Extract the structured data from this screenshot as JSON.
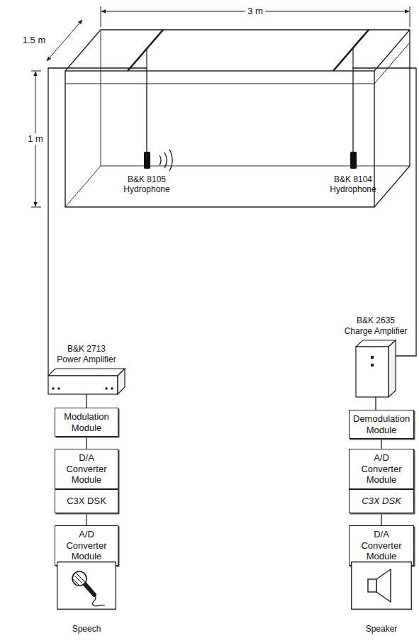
{
  "diagram": {
    "nodes": [
      {
        "text": [
          "B&K 8105 Hydrophone"
        ]
      },
      {
        "text": [
          "B&K 8104 Hydrophone"
        ]
      },
      {
        "text": [
          "B&K 2713 Power Amplifier"
        ]
      },
      {
        "text": [
          "Modulation Module"
        ]
      },
      {
        "text": [
          "D/A Converter Module"
        ]
      },
      {
        "text": [
          "C3X DSK"
        ]
      },
      {
        "text": [
          "A/D Converter Module"
        ]
      },
      {
        "text": [
          "Speech"
        ]
      },
      {
        "text": [
          "B&K 2635 Charge Amplifier"
        ]
      },
      {
        "text": [
          "Demodulation Module"
        ]
      },
      {
        "text": [
          "A/D Converter Module"
        ]
      },
      {
        "text": [
          "C3X DSK"
        ]
      },
      {
        "text": [
          "D/A Converter Module"
        ]
      },
      {
        "text": [
          "Speaker"
        ]
      }
    ],
    "edges": [
      {
        "from": 7,
        "to": 6,
        "arrow": "none"
      },
      {
        "from": 6,
        "to": 5,
        "arrow": "none"
      },
      {
        "from": 5,
        "to": 4,
        "arrow": "none"
      },
      {
        "from": 4,
        "to": 3,
        "arrow": "none"
      },
      {
        "from": 3,
        "to": 2,
        "arrow": "none"
      },
      {
        "from": 2,
        "to": 0,
        "arrow": "none"
      },
      {
        "from": 1,
        "to": 8,
        "arrow": "none"
      },
      {
        "from": 8,
        "to": 9,
        "arrow": "none"
      },
      {
        "from": 9,
        "to": 10,
        "arrow": "none"
      },
      {
        "from": 10,
        "to": 11,
        "arrow": "none"
      },
      {
        "from": 11,
        "to": 12,
        "arrow": "none"
      },
      {
        "from": 12,
        "to": 13,
        "arrow": "none"
      }
    ],
    "labels": [
      "3 m",
      "1.5 m",
      "1 m"
    ]
  }
}
